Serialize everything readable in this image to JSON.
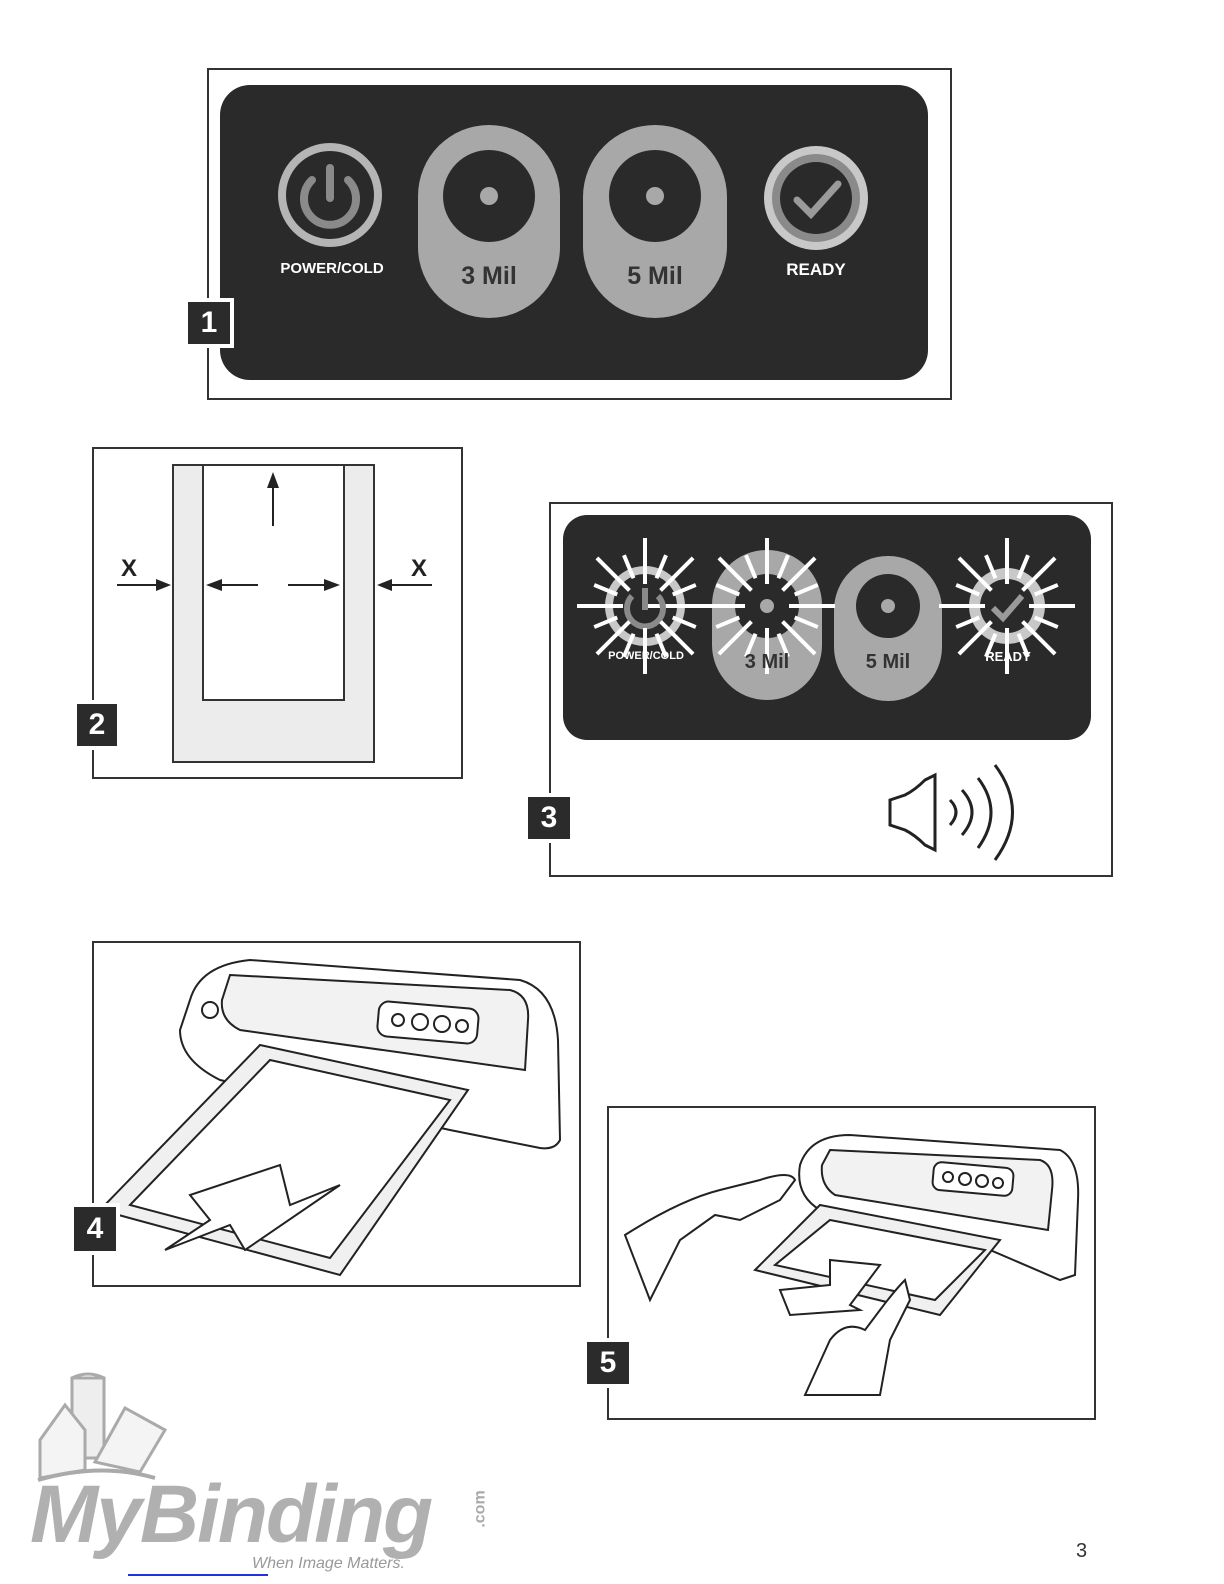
{
  "figures": [
    {
      "number": "1",
      "panel": {
        "power_label": "POWER/COLD",
        "mil3_label": "3 Mil",
        "mil5_label": "5 Mil",
        "ready_label": "READY"
      }
    },
    {
      "number": "2",
      "margin_label_left": "X",
      "margin_label_right": "X"
    },
    {
      "number": "3",
      "panel": {
        "power_label": "POWER/COLD",
        "mil3_label": "3 Mil",
        "mil5_label": "5 Mil",
        "ready_label": "READY"
      },
      "icon": "speaker-sound-icon"
    },
    {
      "number": "4"
    },
    {
      "number": "5"
    }
  ],
  "logo": {
    "brand": "MyBinding",
    "suffix": ".com",
    "tagline": "When Image Matters."
  },
  "page_number": "3",
  "colors": {
    "panel": "#2a2a2a",
    "pill": "#a8a8a8",
    "ring": "#9a9a9a"
  }
}
